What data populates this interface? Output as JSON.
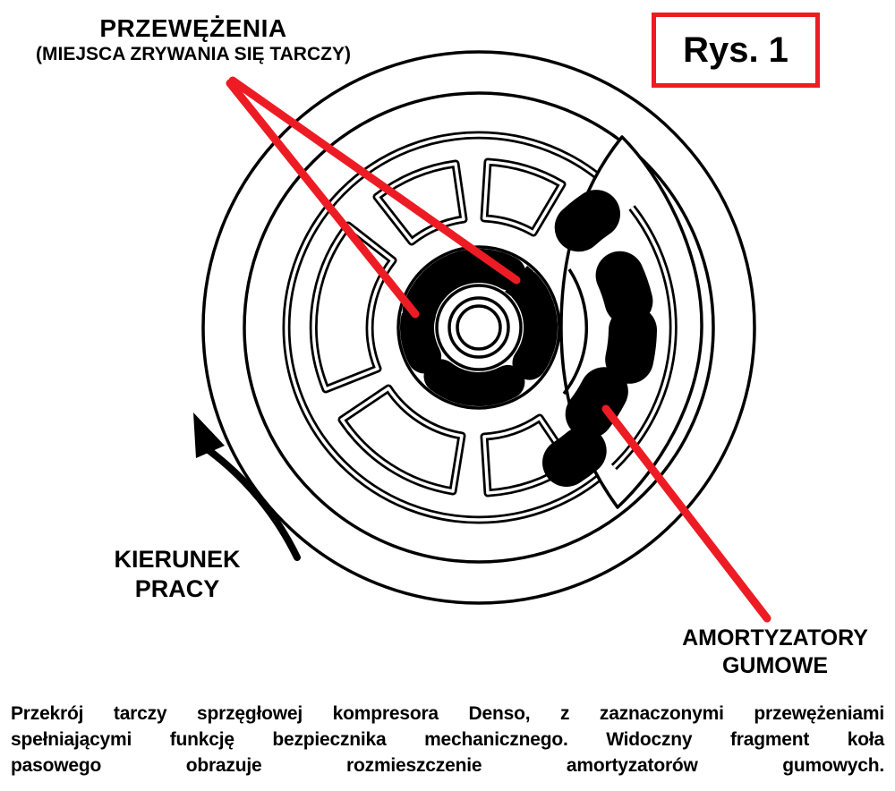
{
  "figure": {
    "label": "Rys. 1"
  },
  "callouts": {
    "przewezenia_title": "PRZEWĘŻENIA",
    "przewezenia_subtitle": "(MIEJSCA ZRYWANIA SIĘ TARCZY)",
    "kierunek_line1": "KIERUNEK",
    "kierunek_line2": "PRACY",
    "amortyzatory_line1": "AMORTYZATORY",
    "amortyzatory_line2": "GUMOWE"
  },
  "caption": {
    "line1": "Przekrój tarczy sprzęgłowej kompresora Denso, z zaznaczonymi przewężeniami",
    "line2": "spełniającymi funkcję bezpiecznika mechanicznego. Widoczny fragment koła",
    "line3": "pasowego obrazuje rozmieszczenie amortyzatorów gumowych."
  },
  "colors": {
    "ink": "#000000",
    "leader_red": "#ED1C24",
    "background": "#FFFFFF"
  },
  "icons": {
    "rotation_arrow": "rotation-arrow-icon"
  }
}
